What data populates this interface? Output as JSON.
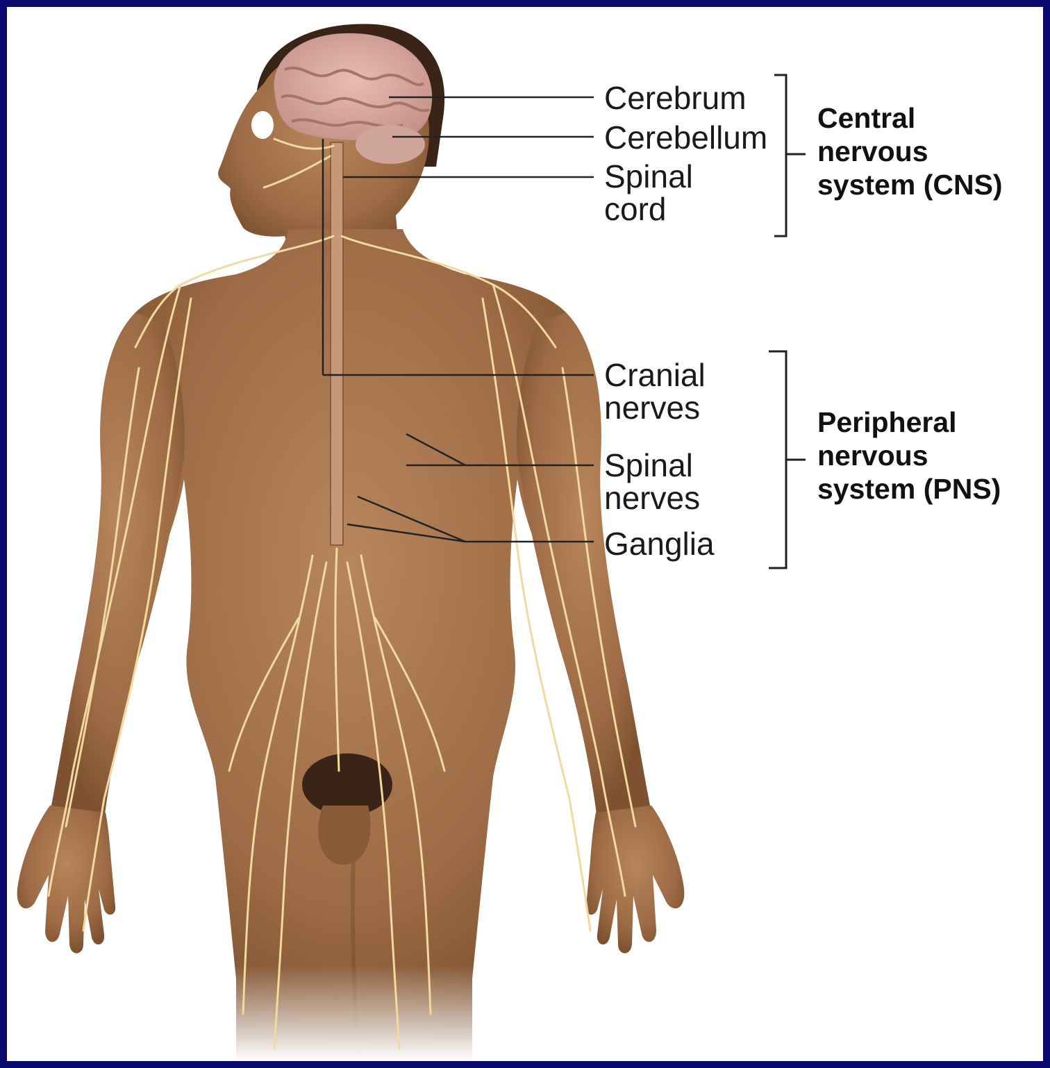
{
  "labels": {
    "cerebrum": "Cerebrum",
    "cerebellum": "Cerebellum",
    "spinal_cord_line1": "Spinal",
    "spinal_cord_line2": "cord",
    "cranial_nerves_line1": "Cranial",
    "cranial_nerves_line2": "nerves",
    "spinal_nerves_line1": "Spinal",
    "spinal_nerves_line2": "nerves",
    "ganglia": "Ganglia"
  },
  "groups": {
    "cns_line1": "Central",
    "cns_line2": "nervous",
    "cns_line3": "system (CNS)",
    "pns_line1": "Peripheral",
    "pns_line2": "nervous",
    "pns_line3": "system (PNS)"
  },
  "colors": {
    "frame": "#0a0a6e",
    "skin": "#a8764e",
    "nerve": "#f1d9a0",
    "brain": "#d9a9a0"
  }
}
